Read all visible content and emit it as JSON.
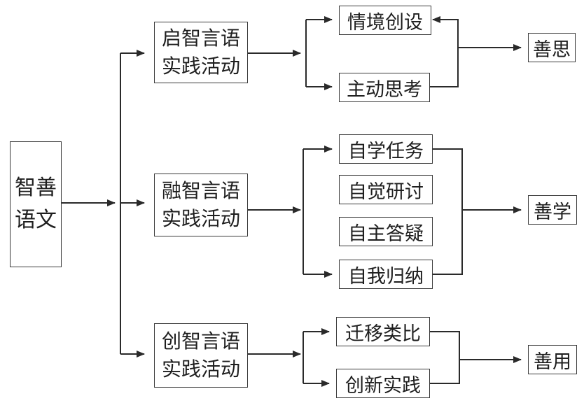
{
  "root": {
    "line1": "智善",
    "line2": "语文"
  },
  "activities": [
    {
      "line1": "启智言语",
      "line2": "实践活动"
    },
    {
      "line1": "融智言语",
      "line2": "实践活动"
    },
    {
      "line1": "创智言语",
      "line2": "实践活动"
    }
  ],
  "steps": {
    "qi": [
      "情境创设",
      "主动思考"
    ],
    "rong": [
      "自学任务",
      "自觉研讨",
      "自主答疑",
      "自我归纳"
    ],
    "chuang": [
      "迁移类比",
      "创新实践"
    ]
  },
  "outcomes": [
    "善思",
    "善学",
    "善用"
  ],
  "colors": {
    "line": "#2a2a2a",
    "border": "#3a3a3a",
    "text": "#1e1e1e"
  }
}
